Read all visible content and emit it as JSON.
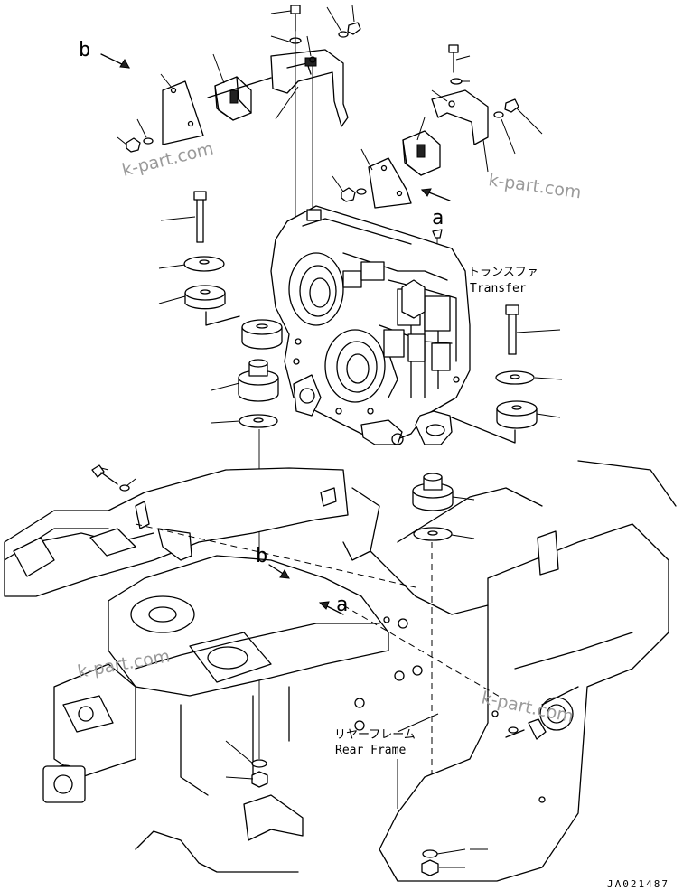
{
  "labels": {
    "view_b_upper": "b",
    "view_a_upper": "a",
    "view_b_lower": "b",
    "view_a_lower": "a",
    "transfer_jp": "トランスファ",
    "transfer_en": "Transfer",
    "rear_frame_jp": "リヤーフレーム",
    "rear_frame_en": "Rear Frame",
    "drawing_number": "JA021487"
  },
  "watermarks": [
    "k-part.com",
    "k-part.com",
    "k-part.com",
    "k-part.com"
  ]
}
